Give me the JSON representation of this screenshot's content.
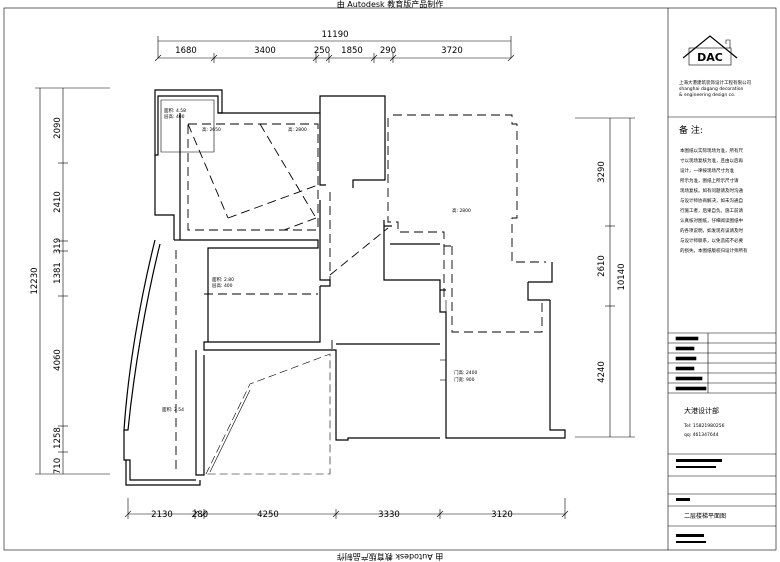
{
  "watermark_top": "由 Autodesk 教育版产品制作",
  "watermark_bottom": "由 Autodesk 教育版产品制作",
  "dims": {
    "top_total": "11190",
    "top": [
      "1680",
      "3400",
      "250",
      "1850",
      "290",
      "3720"
    ],
    "bottom": [
      "2130",
      "280",
      "4250",
      "3330",
      "3120"
    ],
    "left_total": "12230",
    "left": [
      "2090",
      "2410",
      "319",
      "1381",
      "4060",
      "1258",
      "710"
    ],
    "right_total": "10140",
    "right": [
      "3290",
      "2610",
      "4240"
    ]
  },
  "room_labels": {
    "r1a": "面积: 4.58",
    "r1b": "层高: 400",
    "r2": "高: 2650",
    "r3": "高: 2800",
    "r4": "高: 2800",
    "r5a": "面积: 2.80",
    "r5b": "层高: 400",
    "r6a": "门高: 2400",
    "r6b": "门宽: 900",
    "r7": "面积: 2.54"
  },
  "title_block": {
    "logo": "DAC",
    "company_lines": [
      "上海大港建筑装饰设计工程有限公司",
      "shanghai dagang decoration",
      "& engineering design co."
    ],
    "notes_title": "备 注:",
    "notes": [
      "本图纸以实际现场为准，所有尺",
      "寸以现场复核为准，且由以后再",
      "设计，一律按现场尺寸为准",
      "所示为准，图纸上所示尺寸请",
      "现场复核。如有问题请及时沟通",
      "与设计师协商解决，如未沟通自",
      "行施工者，后果自负。施工前请",
      "认真核对图纸，仔细阅读图纸中",
      "的各项说明，如发现有误请及时",
      "与设计师联系，以免造成不必要",
      "的损失。本图纸版权归设计师所有"
    ],
    "designer": "大港设计部",
    "tel": "Tel: 15821980256",
    "qq": "qq: 461347644",
    "drawing_title": "二层楼梯平面图"
  }
}
